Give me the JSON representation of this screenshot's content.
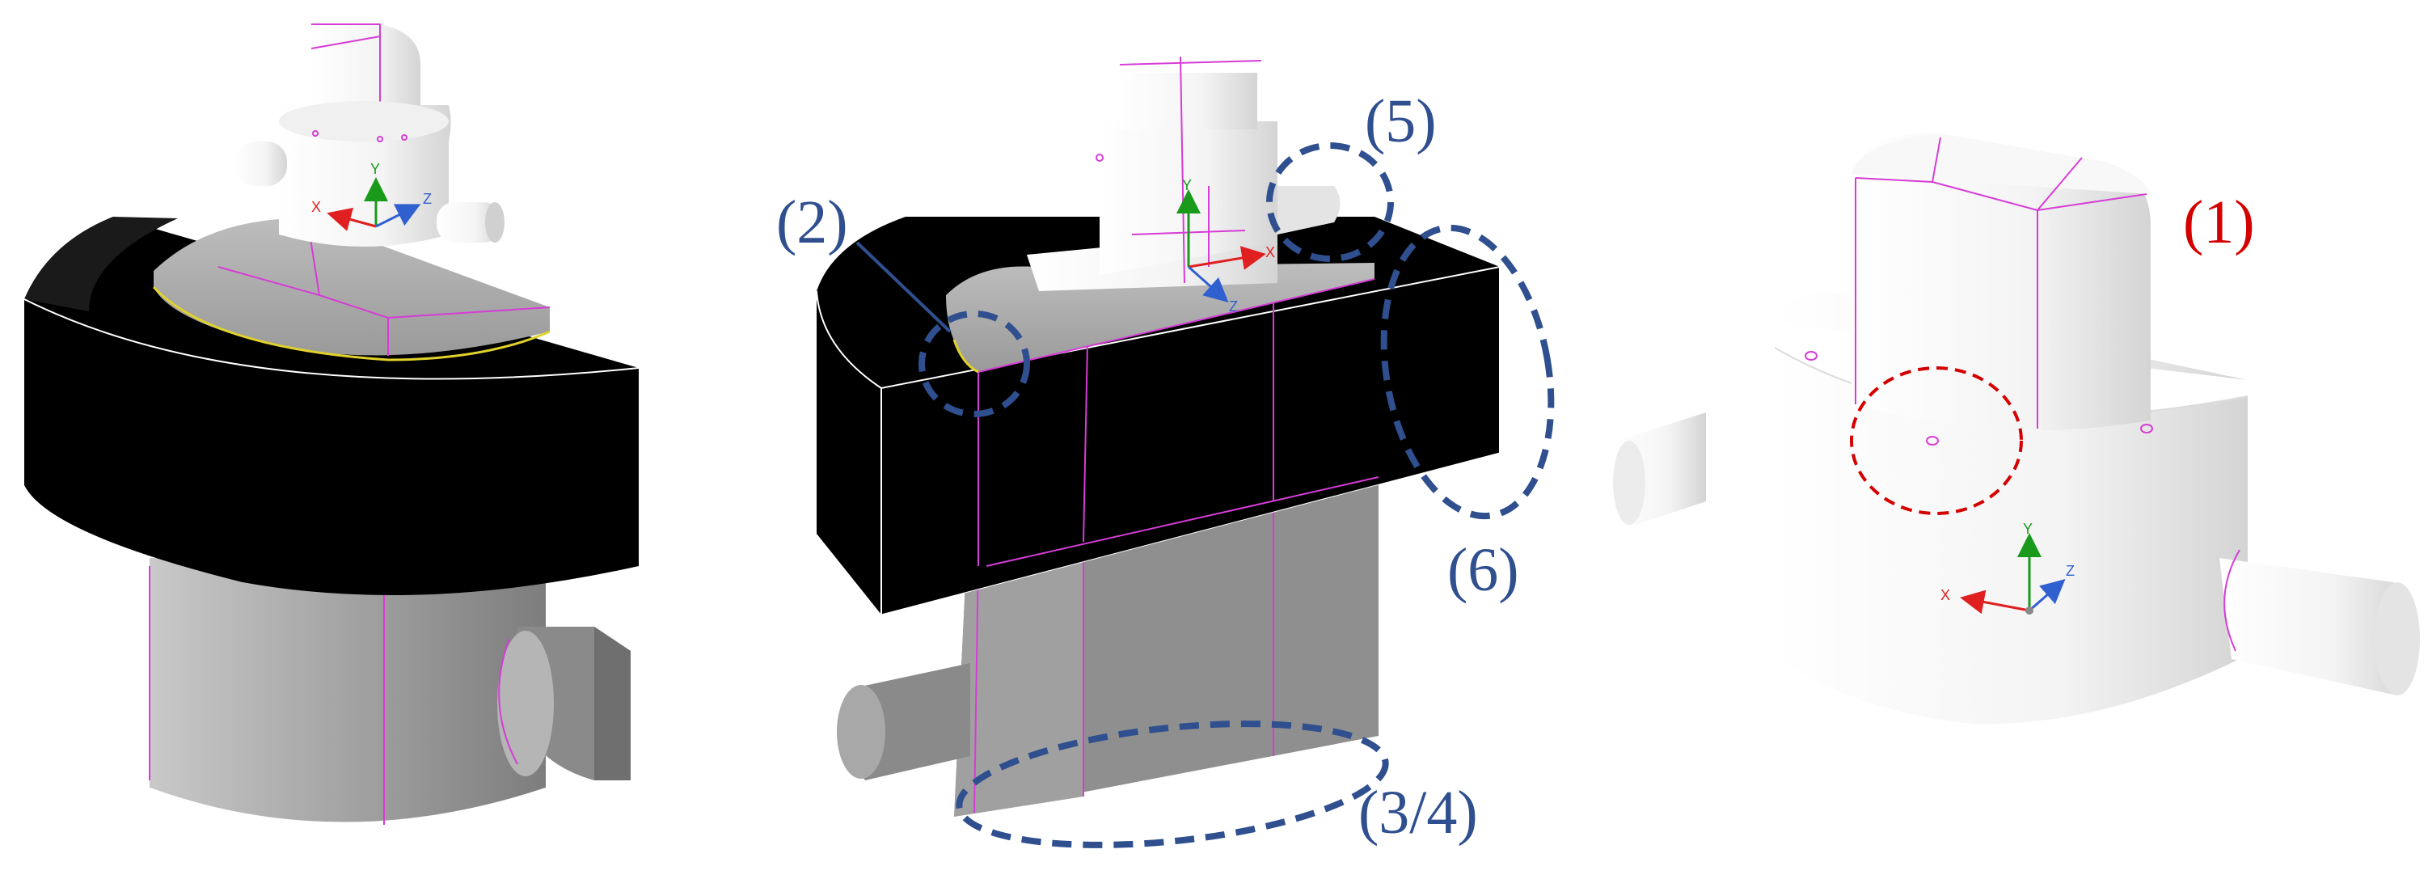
{
  "labels": {
    "l1": "(1)",
    "l2": "(2)",
    "l34": "(3/4)",
    "l5": "(5)",
    "l6": "(6)"
  },
  "axes": {
    "x": "X",
    "y": "Y",
    "z": "Z"
  },
  "colors": {
    "annotation_blue": "#2f4f8f",
    "annotation_red": "#d40000",
    "edge_magenta": "#d63cd6",
    "mold_black": "#000000",
    "casting_gray": "#9a9a9a",
    "part_white": "#f2f2f2"
  }
}
